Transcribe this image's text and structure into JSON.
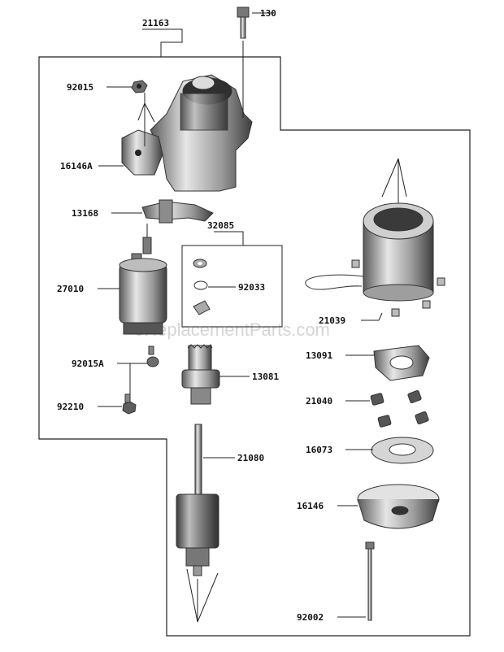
{
  "watermark": "eReplacementParts.com",
  "callouts": {
    "p21163": "21163",
    "p130": "130",
    "p92015": "92015",
    "p16146A": "16146A",
    "p13168": "13168",
    "p32085": "32085",
    "p92033": "92033",
    "p27010": "27010",
    "p21039": "21039",
    "p13091": "13091",
    "p92015A": "92015A",
    "p13081": "13081",
    "p21040": "21040",
    "p92210": "92210",
    "p16073": "16073",
    "p21080": "21080",
    "p16146": "16146",
    "p92002": "92002"
  },
  "colors": {
    "part_light": "#d9d9d9",
    "part_mid": "#a6a6a6",
    "part_dark": "#4a4a4a",
    "line": "#222222"
  }
}
